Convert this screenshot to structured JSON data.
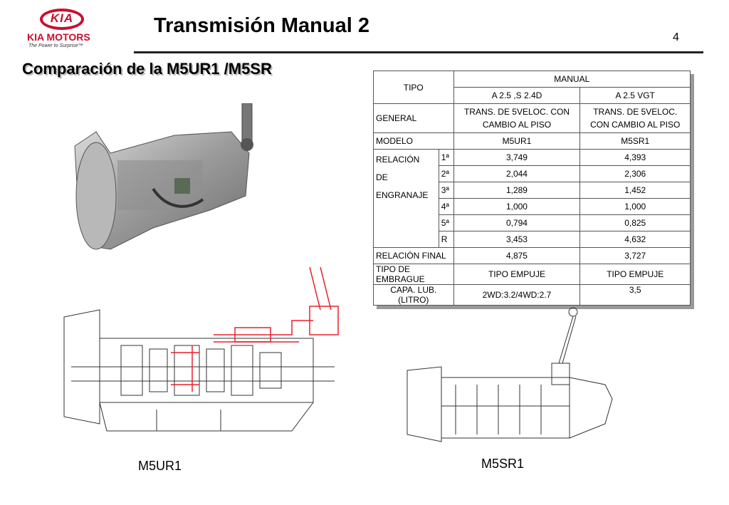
{
  "logo": {
    "brand": "KIA",
    "name": "KIA MOTORS",
    "tagline": "The Power to Surprise™"
  },
  "header": {
    "title": "Transmisión Manual 2",
    "page_number": "4"
  },
  "subtitle": "Comparación de la  M5UR1 /M5SR",
  "table": {
    "tipo": "TIPO",
    "manual": "MANUAL",
    "col1": "A 2.5 ,S 2.4D",
    "col2": "A 2.5 VGT",
    "general": "GENERAL",
    "general_v1": "TRANS. DE 5VELOC. CON CAMBIO AL PISO",
    "general_v2": "TRANS. DE 5VELOC. CON CAMBIO AL PISO",
    "modelo": "MODELO",
    "modelo_v1": "M5UR1",
    "modelo_v2": "M5SR1",
    "relacion_label_1": "RELACIÓN",
    "relacion_label_2": "DE",
    "relacion_label_3": "ENGRANAJE",
    "gears": [
      {
        "gear": "1ª",
        "v1": "3,749",
        "v2": "4,393"
      },
      {
        "gear": "2ª",
        "v1": "2,044",
        "v2": "2,306"
      },
      {
        "gear": "3ª",
        "v1": "1,289",
        "v2": "1,452"
      },
      {
        "gear": "4ª",
        "v1": "1,000",
        "v2": "1,000"
      },
      {
        "gear": "5ª",
        "v1": "0,794",
        "v2": "0,825"
      },
      {
        "gear": "R",
        "v1": "3,453",
        "v2": "4,632"
      }
    ],
    "final": "RELACIÓN FINAL",
    "final_v1": "4,875",
    "final_v2": "3,727",
    "embrague": "TIPO DE EMBRAGUE",
    "embrague_v1": "TIPO EMPUJE",
    "embrague_v2": "TIPO EMPUJE",
    "capa": "CAPA. LUB. (LITRO)",
    "capa_v1": "2WD:3.2/4WD:2.7",
    "capa_v2": "3,5"
  },
  "captions": {
    "left": "M5UR1",
    "right": "M5SR1"
  },
  "colors": {
    "brand": "#c8102e",
    "highlight": "#e8202a"
  }
}
